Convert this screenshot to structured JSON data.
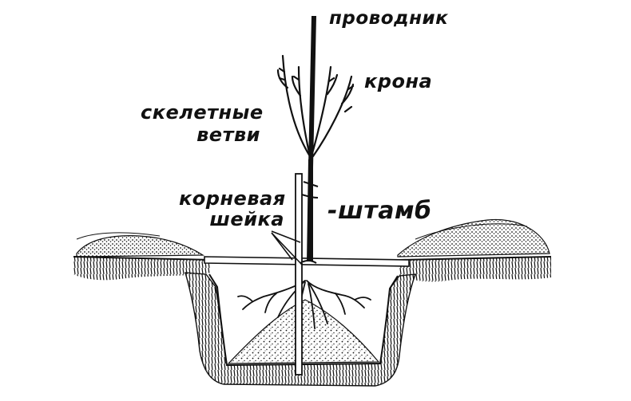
{
  "labels": {
    "conductor": "проводник",
    "crown": "крона",
    "skeletal_line1": "скелетные",
    "skeletal_line2": "ветви",
    "collar_line1": "корневая",
    "collar_line2": "шейка",
    "trunk": "-штамб"
  },
  "colors": {
    "ink": "#111111",
    "background": "#ffffff"
  }
}
